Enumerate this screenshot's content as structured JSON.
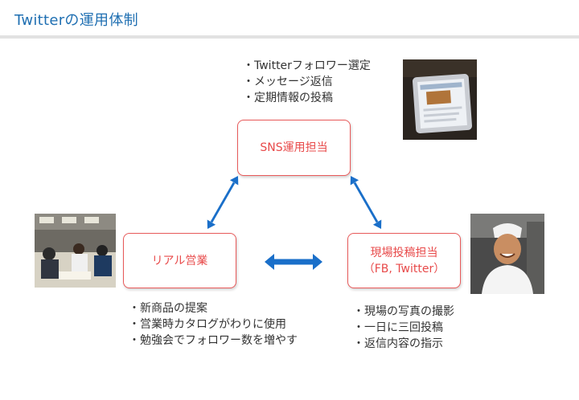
{
  "header": {
    "title": "Twitterの運用体制"
  },
  "colors": {
    "accent": "#1f6fb2",
    "box_border": "#e85a5a",
    "arrow": "#1a6fc9"
  },
  "roles": {
    "sns": {
      "lines": [
        "SNS運用担当"
      ]
    },
    "real": {
      "lines": [
        "リアル営業"
      ]
    },
    "field": {
      "lines": [
        "現場投稿担当",
        "（FB, Twitter）"
      ]
    }
  },
  "tasks": {
    "sns": [
      "Twitterフォロワー選定",
      "メッセージ返信",
      "定期情報の投稿"
    ],
    "real": [
      "新商品の提案",
      "営業時カタログがわりに使用",
      "勉強会でフォロワー数を増やす"
    ],
    "field": [
      "現場の写真の撮影",
      "一日に三回投稿",
      "返信内容の指示"
    ]
  },
  "icons": {
    "photo_tablet": "tablet-photo-icon",
    "photo_office": "meeting-photo-icon",
    "photo_chef": "chef-photo-icon",
    "arrow": "double-arrow-icon"
  }
}
